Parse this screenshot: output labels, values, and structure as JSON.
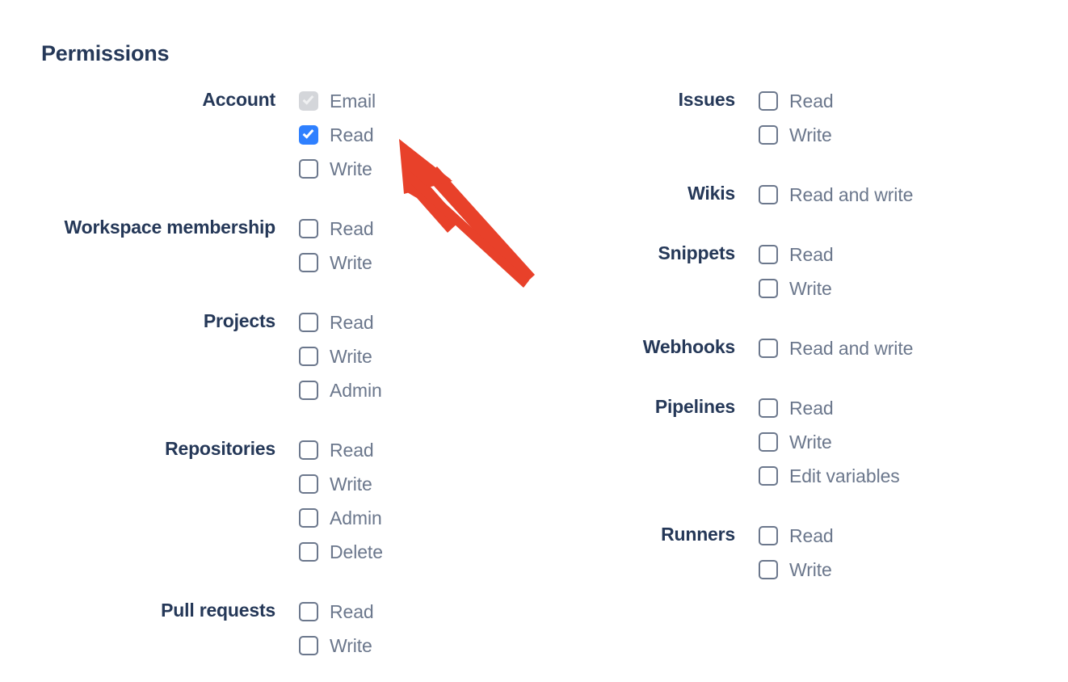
{
  "page": {
    "title": "Permissions"
  },
  "colors": {
    "heading": "#253858",
    "group_label": "#253858",
    "option_label": "#6b778c",
    "checkbox_checked": "#2f80ff",
    "checkbox_border": "#6b778c",
    "checkbox_disabled": "#d4d6da",
    "annotation_arrow": "#e8412a",
    "background": "#ffffff"
  },
  "columns": {
    "left": [
      {
        "label": "Account",
        "options": [
          {
            "label": "Email",
            "state": "disabled-checked"
          },
          {
            "label": "Read",
            "state": "checked"
          },
          {
            "label": "Write",
            "state": "unchecked"
          }
        ]
      },
      {
        "label": "Workspace membership",
        "options": [
          {
            "label": "Read",
            "state": "unchecked"
          },
          {
            "label": "Write",
            "state": "unchecked"
          }
        ]
      },
      {
        "label": "Projects",
        "options": [
          {
            "label": "Read",
            "state": "unchecked"
          },
          {
            "label": "Write",
            "state": "unchecked"
          },
          {
            "label": "Admin",
            "state": "unchecked"
          }
        ]
      },
      {
        "label": "Repositories",
        "options": [
          {
            "label": "Read",
            "state": "unchecked"
          },
          {
            "label": "Write",
            "state": "unchecked"
          },
          {
            "label": "Admin",
            "state": "unchecked"
          },
          {
            "label": "Delete",
            "state": "unchecked"
          }
        ]
      },
      {
        "label": "Pull requests",
        "options": [
          {
            "label": "Read",
            "state": "unchecked"
          },
          {
            "label": "Write",
            "state": "unchecked"
          }
        ]
      }
    ],
    "right": [
      {
        "label": "Issues",
        "options": [
          {
            "label": "Read",
            "state": "unchecked"
          },
          {
            "label": "Write",
            "state": "unchecked"
          }
        ]
      },
      {
        "label": "Wikis",
        "options": [
          {
            "label": "Read and write",
            "state": "unchecked"
          }
        ]
      },
      {
        "label": "Snippets",
        "options": [
          {
            "label": "Read",
            "state": "unchecked"
          },
          {
            "label": "Write",
            "state": "unchecked"
          }
        ]
      },
      {
        "label": "Webhooks",
        "options": [
          {
            "label": "Read and write",
            "state": "unchecked"
          }
        ]
      },
      {
        "label": "Pipelines",
        "options": [
          {
            "label": "Read",
            "state": "unchecked"
          },
          {
            "label": "Write",
            "state": "unchecked"
          },
          {
            "label": "Edit variables",
            "state": "unchecked"
          }
        ]
      },
      {
        "label": "Runners",
        "options": [
          {
            "label": "Read",
            "state": "unchecked"
          },
          {
            "label": "Write",
            "state": "unchecked"
          }
        ]
      }
    ]
  },
  "annotation": {
    "icon": "arrow-up-left-icon",
    "points_to": "Account Read checkbox"
  }
}
